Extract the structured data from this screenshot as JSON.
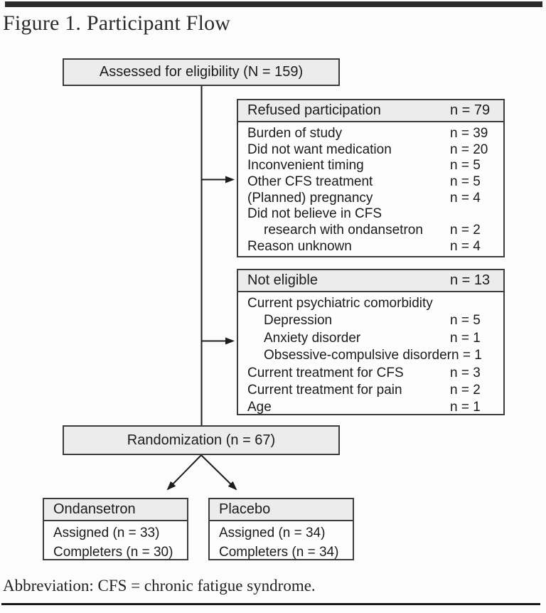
{
  "figure": {
    "title": "Figure 1. Participant Flow",
    "abbreviation": "Abbreviation: CFS = chronic fatigue syndrome."
  },
  "boxes": {
    "assessed": {
      "label": "Assessed for eligibility (N = 159)"
    },
    "refused": {
      "title": "Refused participation",
      "total": "n = 79",
      "items": [
        {
          "label": "Burden of study",
          "value": "n = 39"
        },
        {
          "label": "Did not want medication",
          "value": "n = 20"
        },
        {
          "label": "Inconvenient timing",
          "value": "n = 5"
        },
        {
          "label": "Other CFS treatment",
          "value": "n = 5"
        },
        {
          "label": "(Planned) pregnancy",
          "value": "n = 4"
        },
        {
          "label": "Did not believe in CFS",
          "value": ""
        },
        {
          "label": "research with ondansetron",
          "value": "n = 2"
        },
        {
          "label": "Reason unknown",
          "value": "n = 4"
        }
      ]
    },
    "not_eligible": {
      "title": "Not eligible",
      "total": "n = 13",
      "items": [
        {
          "label": "Current psychiatric comorbidity",
          "value": ""
        },
        {
          "label": "Depression",
          "value": "n = 5"
        },
        {
          "label": "Anxiety disorder",
          "value": "n = 1"
        },
        {
          "label": "Obsessive-compulsive disorder",
          "value": "n = 1"
        },
        {
          "label": "Current treatment for CFS",
          "value": "n = 3"
        },
        {
          "label": "Current treatment for pain",
          "value": "n = 2"
        },
        {
          "label": "Age",
          "value": "n = 1"
        }
      ]
    },
    "randomization": {
      "label": "Randomization (n = 67)"
    },
    "ondansetron": {
      "title": "Ondansetron",
      "rows": [
        {
          "label": "Assigned (n = 33)"
        },
        {
          "label": "Completers (n = 30)"
        }
      ]
    },
    "placebo": {
      "title": "Placebo",
      "rows": [
        {
          "label": "Assigned (n = 34)"
        },
        {
          "label": "Completers (n = 34)"
        }
      ]
    }
  },
  "colors": {
    "box_fill": "#ececec",
    "box_border": "#3c3c3c",
    "line": "#1d1d1d",
    "top_bar": "#2a2a2d"
  }
}
